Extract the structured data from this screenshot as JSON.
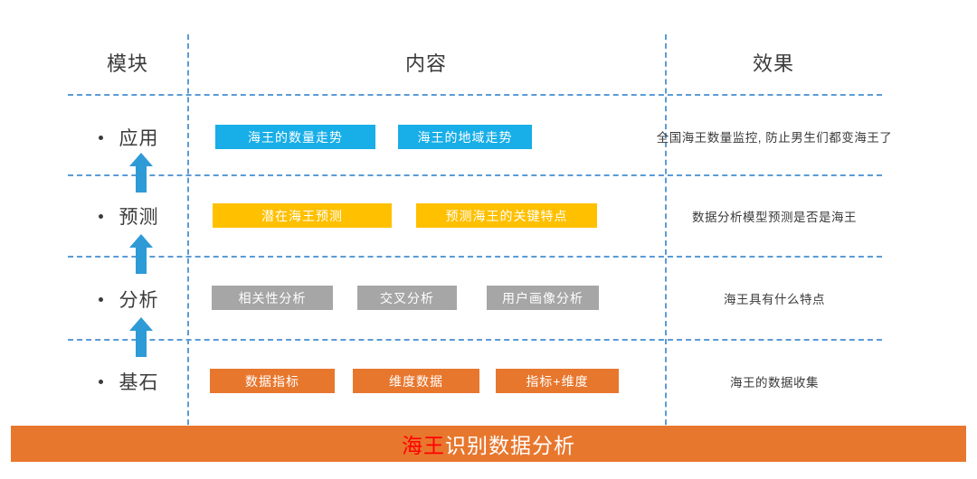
{
  "headers": {
    "module": "模块",
    "content": "内容",
    "effect": "效果"
  },
  "rows": [
    {
      "module": "应用",
      "chips": [
        {
          "label": "海王的数量走势",
          "color": "#18AEE8"
        },
        {
          "label": "海王的地域走势",
          "color": "#18AEE8"
        }
      ],
      "effect": "全国海王数量监控, 防止男生们都变海王了"
    },
    {
      "module": "预测",
      "chips": [
        {
          "label": "潜在海王预测",
          "color": "#FFC000"
        },
        {
          "label": "预测海王的关键特点",
          "color": "#FFC000"
        }
      ],
      "effect": "数据分析模型预测是否是海王"
    },
    {
      "module": "分析",
      "chips": [
        {
          "label": "相关性分析",
          "color": "#A6A6A6"
        },
        {
          "label": "交叉分析",
          "color": "#A6A6A6"
        },
        {
          "label": "用户画像分析",
          "color": "#A6A6A6"
        }
      ],
      "effect": "海王具有什么特点"
    },
    {
      "module": "基石",
      "chips": [
        {
          "label": "数据指标",
          "color": "#E8772E"
        },
        {
          "label": "维度数据",
          "color": "#E8772E"
        },
        {
          "label": "指标+维度",
          "color": "#E8772E"
        }
      ],
      "effect": "海王的数据收集"
    }
  ],
  "arrows": {
    "icon": "arrow-up-icon",
    "count": 3,
    "color": "#2E9BD6"
  },
  "footer": {
    "highlight": "海王",
    "rest": "识别数据分析",
    "background": "#E8772E",
    "highlight_color": "#FF0000"
  },
  "divider_color": "#5B9BD5"
}
